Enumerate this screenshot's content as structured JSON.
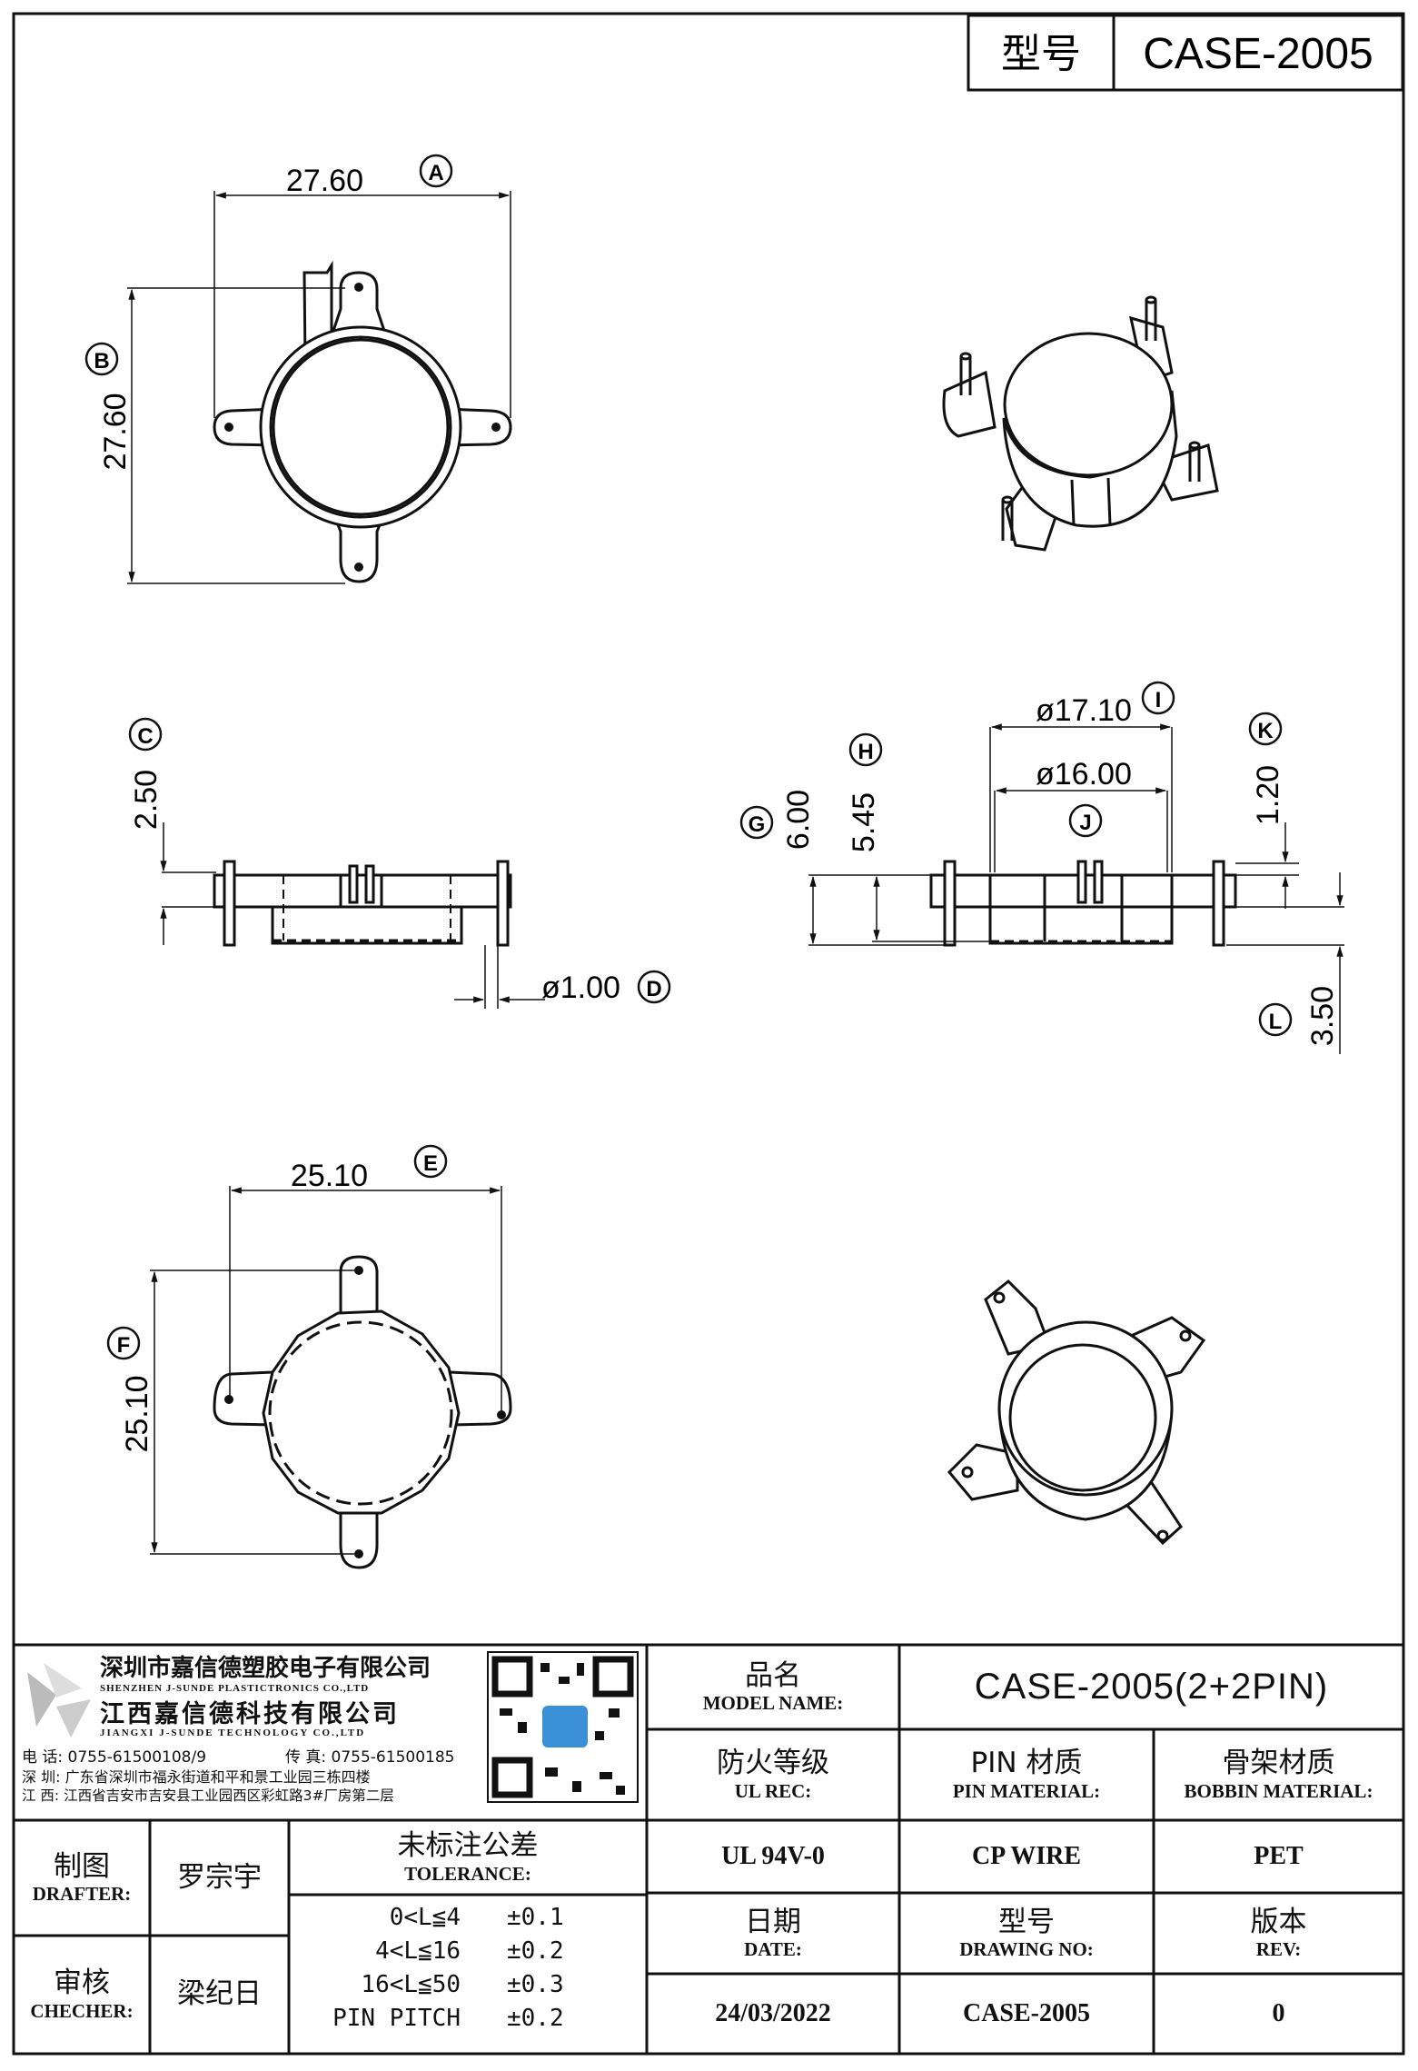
{
  "header": {
    "model_label": "型号",
    "model_value": "CASE-2005"
  },
  "dimensions": {
    "A": {
      "letter": "A",
      "value": "27.60"
    },
    "B": {
      "letter": "B",
      "value": "27.60"
    },
    "C": {
      "letter": "C",
      "value": "2.50"
    },
    "D": {
      "letter": "D",
      "value": "ø1.00"
    },
    "E": {
      "letter": "E",
      "value": "25.10"
    },
    "F": {
      "letter": "F",
      "value": "25.10"
    },
    "G": {
      "letter": "G",
      "value": "6.00"
    },
    "H": {
      "letter": "H",
      "value": "5.45"
    },
    "I": {
      "letter": "I",
      "value": "ø17.10"
    },
    "J": {
      "letter": "J",
      "value": "ø16.00"
    },
    "K": {
      "letter": "K",
      "value": "1.20"
    },
    "L": {
      "letter": "L",
      "value": "3.50"
    }
  },
  "company": {
    "name_sz": "深圳市嘉信德塑胶电子有限公司",
    "name_sz_en": "SHENZHEN J-SUNDE PLASTICTRONICS CO.,LTD",
    "name_jx": "江西嘉信德科技有限公司",
    "name_jx_en": "JIANGXI J-SUNDE TECHNOLOGY CO.,LTD",
    "phone": "电 话: 0755-61500108/9",
    "fax": "传 真: 0755-61500185",
    "addr_sz": "深 圳: 广东省深圳市福永街道和平和景工业园三栋四楼",
    "addr_jx": "江 西: 江西省吉安市吉安县工业园西区彩虹路3#厂房第二层"
  },
  "title_block": {
    "model_name_zh": "品名",
    "model_name_en": "MODEL NAME:",
    "model_name_value": "CASE-2005(2+2PIN)",
    "ul_zh": "防火等级",
    "ul_en": "UL REC:",
    "ul_value": "UL 94V-0",
    "pin_zh": "PIN 材质",
    "pin_en": "PIN MATERIAL:",
    "pin_value": "CP WIRE",
    "bobbin_zh": "骨架材质",
    "bobbin_en": "BOBBIN MATERIAL:",
    "bobbin_value": "PET",
    "drafter_zh": "制图",
    "drafter_en": "DRAFTER:",
    "drafter_value": "罗宗宇",
    "checker_zh": "审核",
    "checker_en": "CHECHER:",
    "checker_value": "梁纪日",
    "tolerance_zh": "未标注公差",
    "tolerance_en": "TOLERANCE:",
    "tolerances": [
      {
        "range": "0<L≦4",
        "value": "±0.1"
      },
      {
        "range": "4<L≦16",
        "value": "±0.2"
      },
      {
        "range": "16<L≦50",
        "value": "±0.3"
      },
      {
        "range": "PIN PITCH",
        "value": "±0.2"
      }
    ],
    "date_zh": "日期",
    "date_en": "DATE:",
    "date_value": "24/03/2022",
    "drawing_zh": "型号",
    "drawing_en": "DRAWING NO:",
    "drawing_value": "CASE-2005",
    "rev_zh": "版本",
    "rev_en": "REV:",
    "rev_value": "0"
  }
}
